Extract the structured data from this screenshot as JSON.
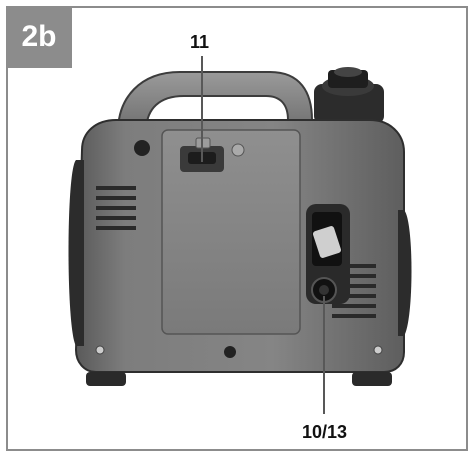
{
  "figure": {
    "badge": "2b"
  },
  "callouts": {
    "top_label": "11",
    "bottom_label": "10/13"
  },
  "colors": {
    "frame": "#8c8c8c",
    "body": "#7b7b7b",
    "body_dark": "#3a3a3a",
    "panel": "#8a8a8a"
  }
}
